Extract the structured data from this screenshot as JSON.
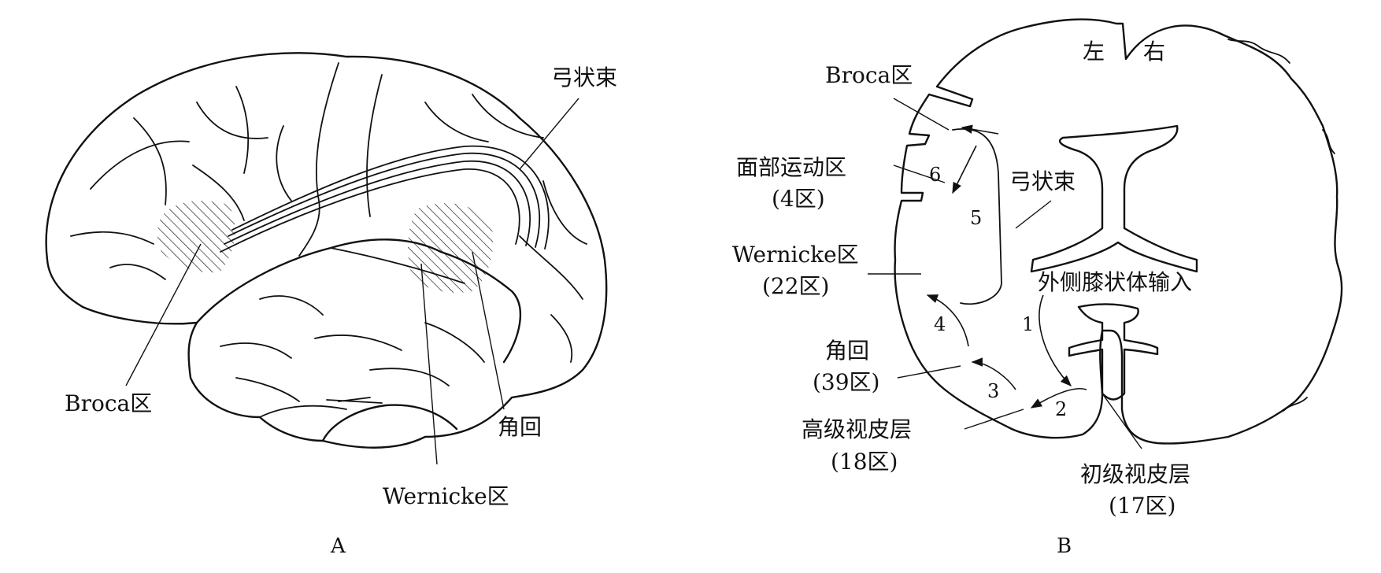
{
  "panelA": {
    "label": "A",
    "labels": {
      "broca": "Broca区",
      "arcuate": "弓状束",
      "angular": "角回",
      "wernicke": "Wernicke区"
    }
  },
  "panelB": {
    "label": "B",
    "labels": {
      "left": "左",
      "right": "右",
      "broca": "Broca区",
      "face_motor": "面部运动区",
      "face_motor_sub": "(4区)",
      "arcuate": "弓状束",
      "wernicke": "Wernicke区",
      "wernicke_sub": "(22区)",
      "lgn_input": "外侧膝状体输入",
      "angular": "角回",
      "angular_sub": "(39区)",
      "higher_visual": "高级视皮层",
      "higher_visual_sub": "(18区)",
      "primary_visual": "初级视皮层",
      "primary_visual_sub": "(17区)"
    },
    "steps": [
      "1",
      "2",
      "3",
      "4",
      "5",
      "6"
    ]
  }
}
